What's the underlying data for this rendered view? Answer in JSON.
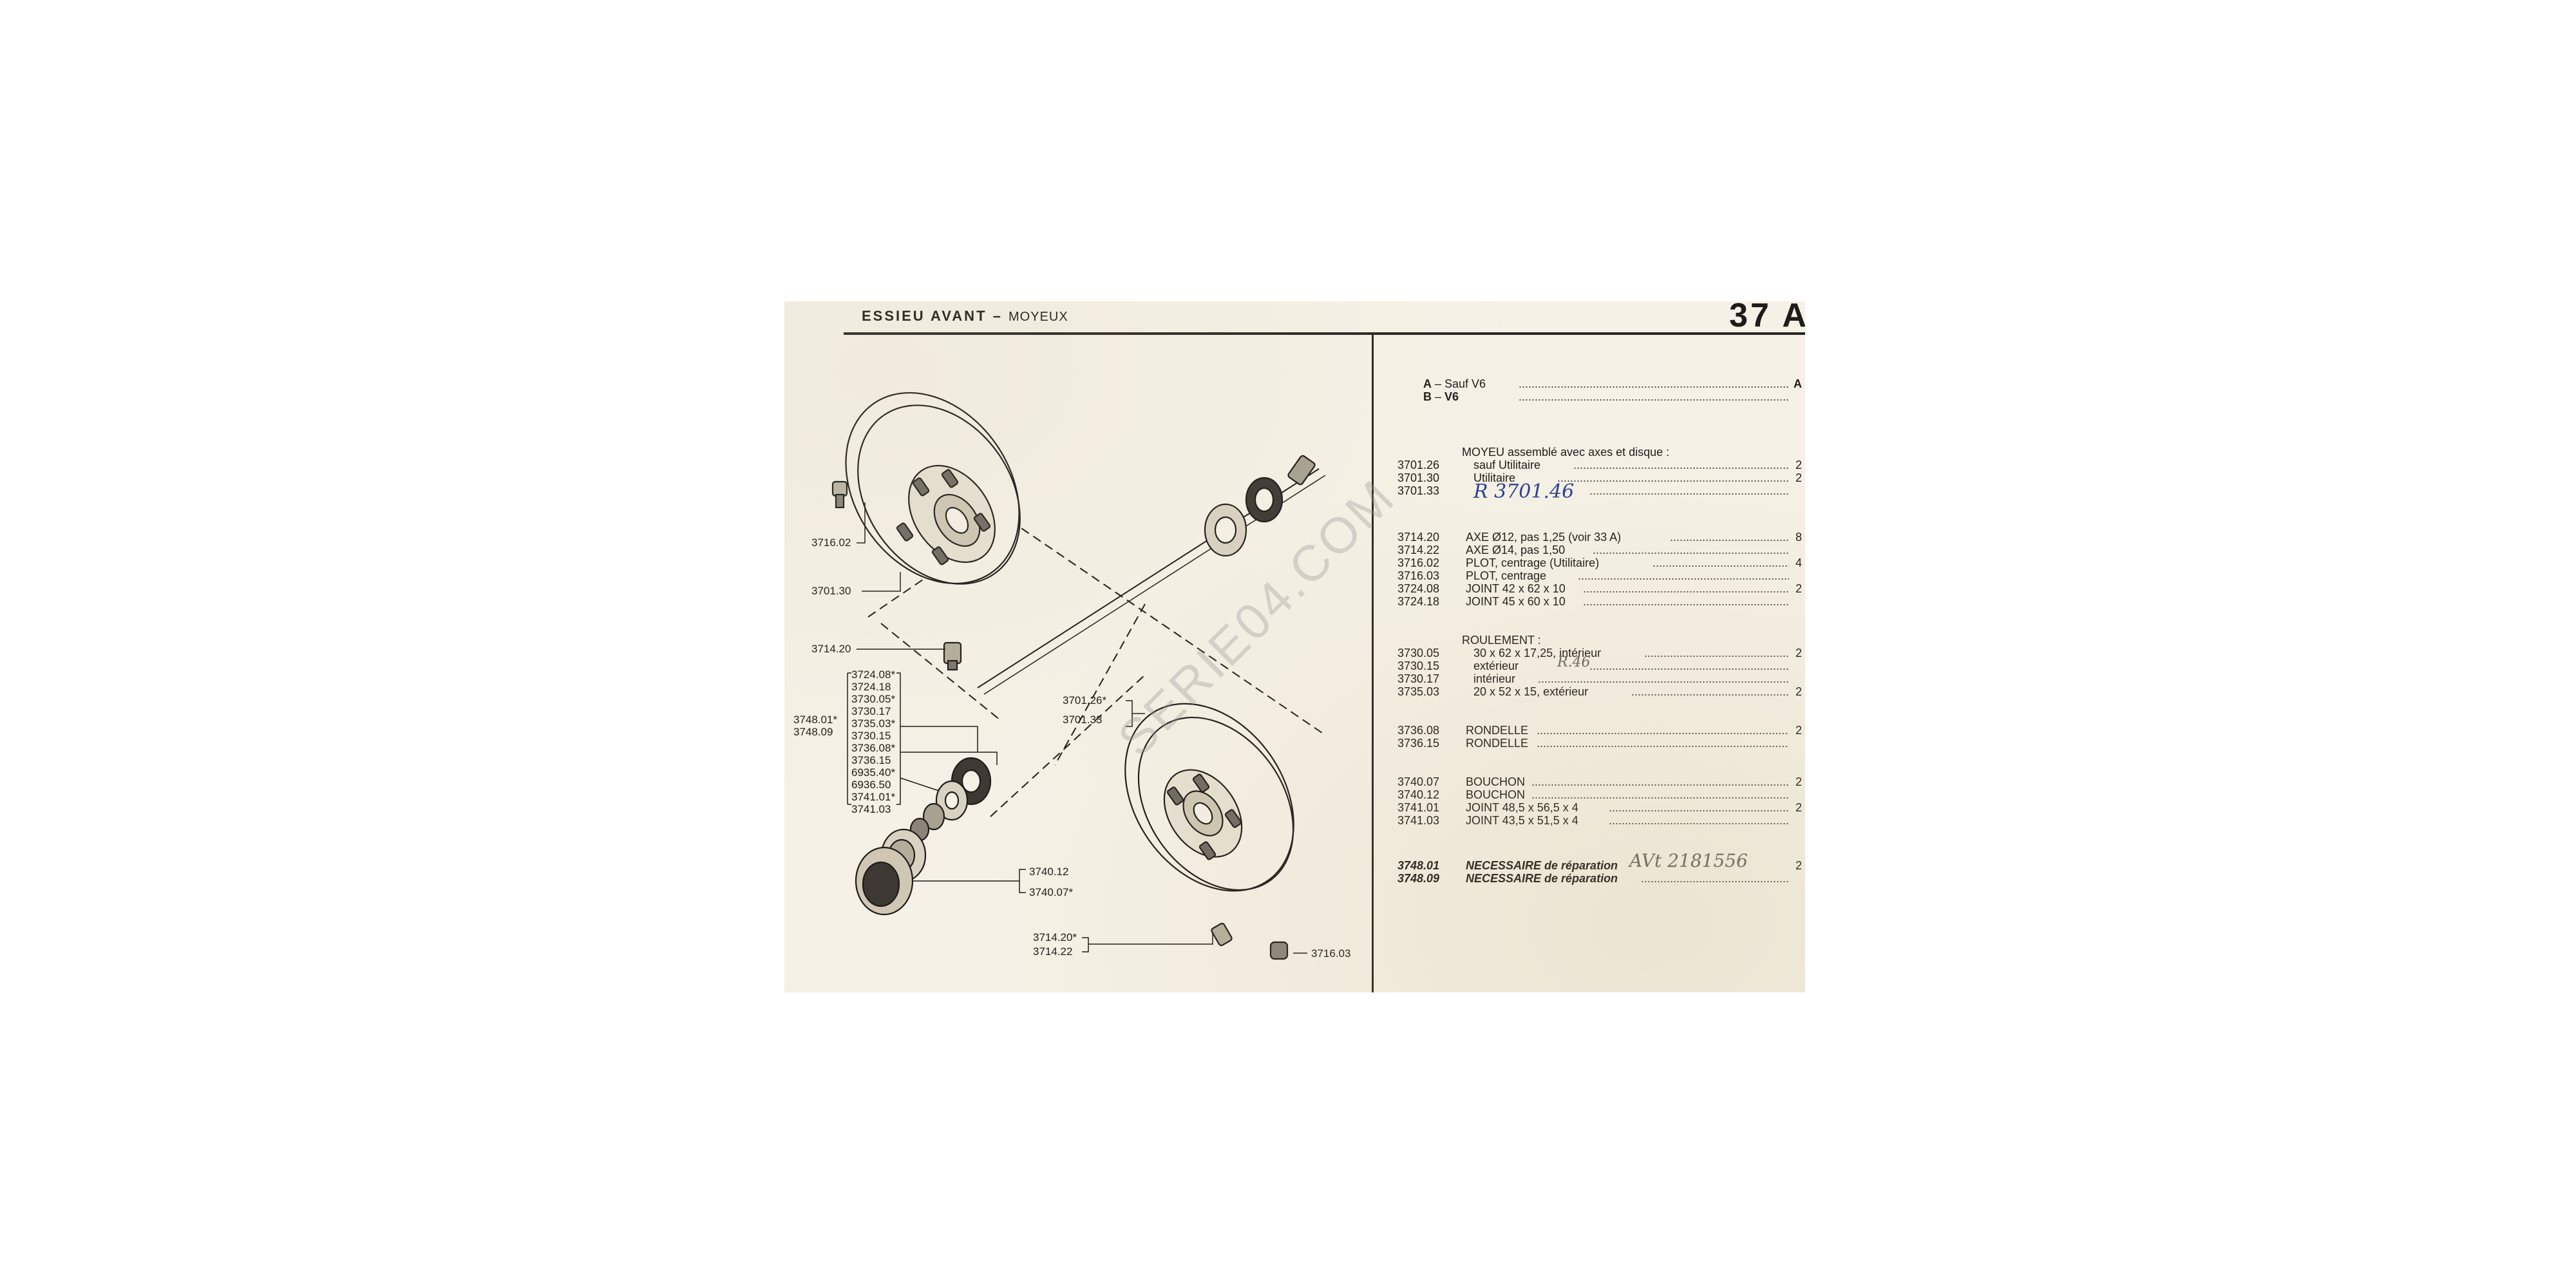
{
  "header": {
    "title": "ESSIEU AVANT",
    "separator": "–",
    "subtitle": "MOYEUX",
    "page": "37 A"
  },
  "watermark": "SERIE04.COM",
  "diagram_labels": {
    "l3716_02": "3716.02",
    "l3701_30": "3701.30",
    "l3714_20": "3714.20",
    "group_refs": [
      "3724.08*",
      "3724.18",
      "3730.05*",
      "3730.17",
      "3735.03*",
      "3730.15",
      "3736.08*",
      "3736.15",
      "6935.40*",
      "6936.50",
      "3741.01*",
      "3741.03"
    ],
    "l3748_01": "3748.01*",
    "l3748_09": "3748.09",
    "l3701_26": "3701.26*",
    "l3701_33": "3701.33",
    "l3740_12": "3740.12",
    "l3740_07": "3740.07*",
    "l3714_20b": "3714.20*",
    "l3714_22": "3714.22",
    "l3716_03": "3716.03"
  },
  "variants": [
    {
      "code": "A",
      "label": "Sauf V6",
      "qty": "A"
    },
    {
      "code": "B",
      "label": "V6",
      "qty": ""
    }
  ],
  "parts": {
    "moyeu_title": "MOYEU assemblé avec axes et disque :",
    "r3701_26": {
      "ref": "3701.26",
      "desc": "sauf Utilitaire",
      "qty": "2"
    },
    "r3701_30": {
      "ref": "3701.30",
      "desc": "Utilitaire",
      "qty": "2"
    },
    "r3701_33": {
      "ref": "3701.33",
      "desc": "",
      "qty": ""
    },
    "r3714_20": {
      "ref": "3714.20",
      "desc": "AXE Ø12, pas 1,25 (voir 33 A)",
      "qty": "8"
    },
    "r3714_22": {
      "ref": "3714.22",
      "desc": "AXE Ø14, pas 1,50",
      "qty": ""
    },
    "r3716_02": {
      "ref": "3716.02",
      "desc": "PLOT, centrage (Utilitaire)",
      "qty": "4"
    },
    "r3716_03": {
      "ref": "3716.03",
      "desc": "PLOT, centrage",
      "qty": ""
    },
    "r3724_08": {
      "ref": "3724.08",
      "desc": "JOINT 42 x 62 x 10",
      "qty": "2"
    },
    "r3724_18": {
      "ref": "3724.18",
      "desc": "JOINT 45 x 60 x 10",
      "qty": ""
    },
    "roulement_title": "ROULEMENT :",
    "r3730_05": {
      "ref": "3730.05",
      "desc": "30 x 62 x 17,25, intérieur",
      "qty": "2"
    },
    "r3730_15": {
      "ref": "3730.15",
      "desc": "extérieur",
      "qty": ""
    },
    "r3730_17": {
      "ref": "3730.17",
      "desc": "intérieur",
      "qty": ""
    },
    "r3735_03": {
      "ref": "3735.03",
      "desc": "20 x 52 x 15, extérieur",
      "qty": "2"
    },
    "r3736_08": {
      "ref": "3736.08",
      "desc": "RONDELLE",
      "qty": "2"
    },
    "r3736_15": {
      "ref": "3736.15",
      "desc": "RONDELLE",
      "qty": ""
    },
    "r3740_07": {
      "ref": "3740.07",
      "desc": "BOUCHON",
      "qty": "2"
    },
    "r3740_12": {
      "ref": "3740.12",
      "desc": "BOUCHON",
      "qty": ""
    },
    "r3741_01": {
      "ref": "3741.01",
      "desc": "JOINT 48,5 x 56,5 x 4",
      "qty": "2"
    },
    "r3741_03": {
      "ref": "3741.03",
      "desc": "JOINT 43,5 x 51,5 x 4",
      "qty": ""
    },
    "r3748_01": {
      "ref": "3748.01",
      "desc": "NECESSAIRE de réparation",
      "qty": "2"
    },
    "r3748_09": {
      "ref": "3748.09",
      "desc": "NECESSAIRE de réparation",
      "qty": ""
    }
  },
  "handwritten": {
    "ref_note": "R 3701.46",
    "bearing_note": "R.46",
    "kit_note": "AVt 2181556"
  },
  "dot_leader": "........................................................................................................................",
  "colors": {
    "paper": "#f5f1e6",
    "ink": "#1e1b18",
    "handwriting": "#2b3f93"
  }
}
